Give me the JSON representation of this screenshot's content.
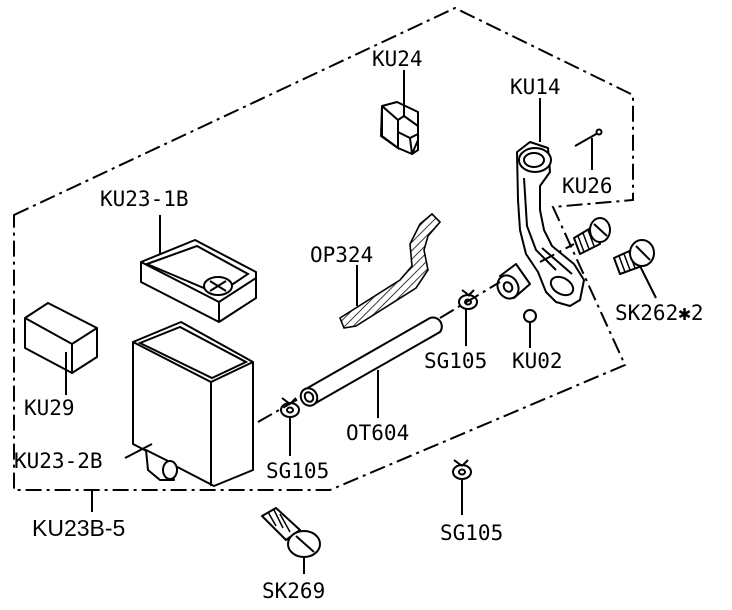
{
  "diagram": {
    "assembly_label": "KU23B-5",
    "parts": [
      {
        "id": "ku24",
        "label": "KU24"
      },
      {
        "id": "ku14",
        "label": "KU14"
      },
      {
        "id": "ku26",
        "label": "KU26"
      },
      {
        "id": "ku23-1b",
        "label": "KU23-1B"
      },
      {
        "id": "op324",
        "label": "OP324"
      },
      {
        "id": "sk262",
        "label": "SK262✱2"
      },
      {
        "id": "ku29",
        "label": "KU29"
      },
      {
        "id": "sg105-a",
        "label": "SG105"
      },
      {
        "id": "ku02",
        "label": "KU02"
      },
      {
        "id": "ot604",
        "label": "OT604"
      },
      {
        "id": "ku23-2b",
        "label": "KU23-2B"
      },
      {
        "id": "sg105-b",
        "label": "SG105"
      },
      {
        "id": "sg105-c",
        "label": "SG105"
      },
      {
        "id": "sk269",
        "label": "SK269"
      }
    ]
  }
}
